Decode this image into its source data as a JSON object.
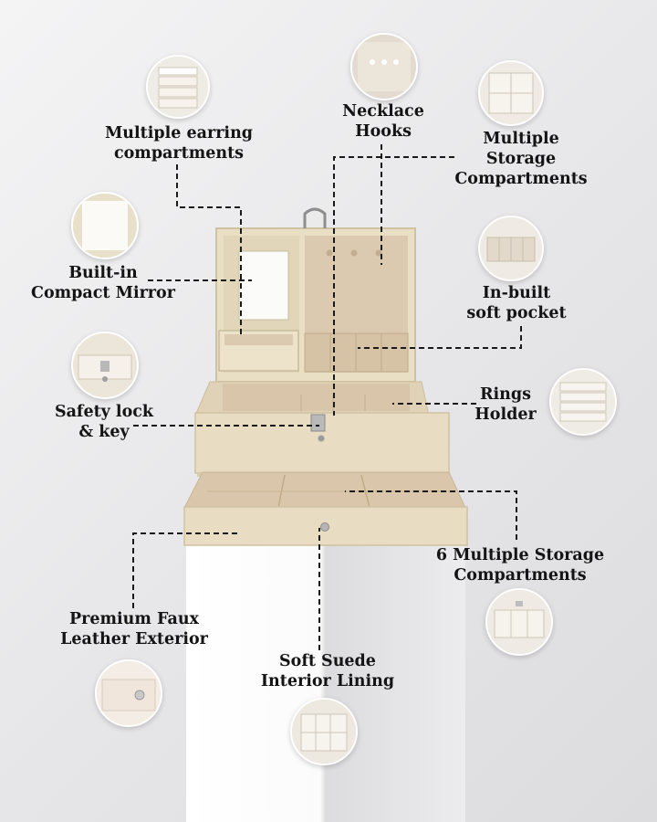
{
  "features": {
    "earring": {
      "line1": "Multiple earring",
      "line2": "compartments",
      "thumb_icon": "earring-tray-icon"
    },
    "necklace": {
      "line1": "Necklace",
      "line2": "Hooks",
      "thumb_icon": "necklace-hooks-icon"
    },
    "storage": {
      "line1": "Multiple",
      "line2": "Storage",
      "line3": "Compartments",
      "thumb_icon": "storage-grid-icon"
    },
    "mirror": {
      "line1": "Built-in",
      "line2": "Compact Mirror",
      "thumb_icon": "mirror-icon"
    },
    "pocket": {
      "line1": "In-built",
      "line2": "soft pocket",
      "thumb_icon": "soft-pocket-icon"
    },
    "lock": {
      "line1": "Safety lock",
      "line2": "& key",
      "thumb_icon": "lock-key-icon"
    },
    "rings": {
      "line1": "Rings",
      "line2": "Holder",
      "thumb_icon": "ring-rolls-icon"
    },
    "six": {
      "line1": "6 Multiple Storage",
      "line2": "Compartments",
      "thumb_icon": "drawer-compartments-icon"
    },
    "leather": {
      "line1": "Premium Faux",
      "line2": "Leather Exterior",
      "thumb_icon": "leather-clasp-icon"
    },
    "suede": {
      "line1": "Soft Suede",
      "line2": "Interior Lining",
      "thumb_icon": "suede-tray-icon"
    }
  },
  "colors": {
    "box_exterior": "#e7dcc0",
    "box_interior": "#d9c8b0",
    "leader_line": "#1a1a1a",
    "background": "#ebebed"
  }
}
